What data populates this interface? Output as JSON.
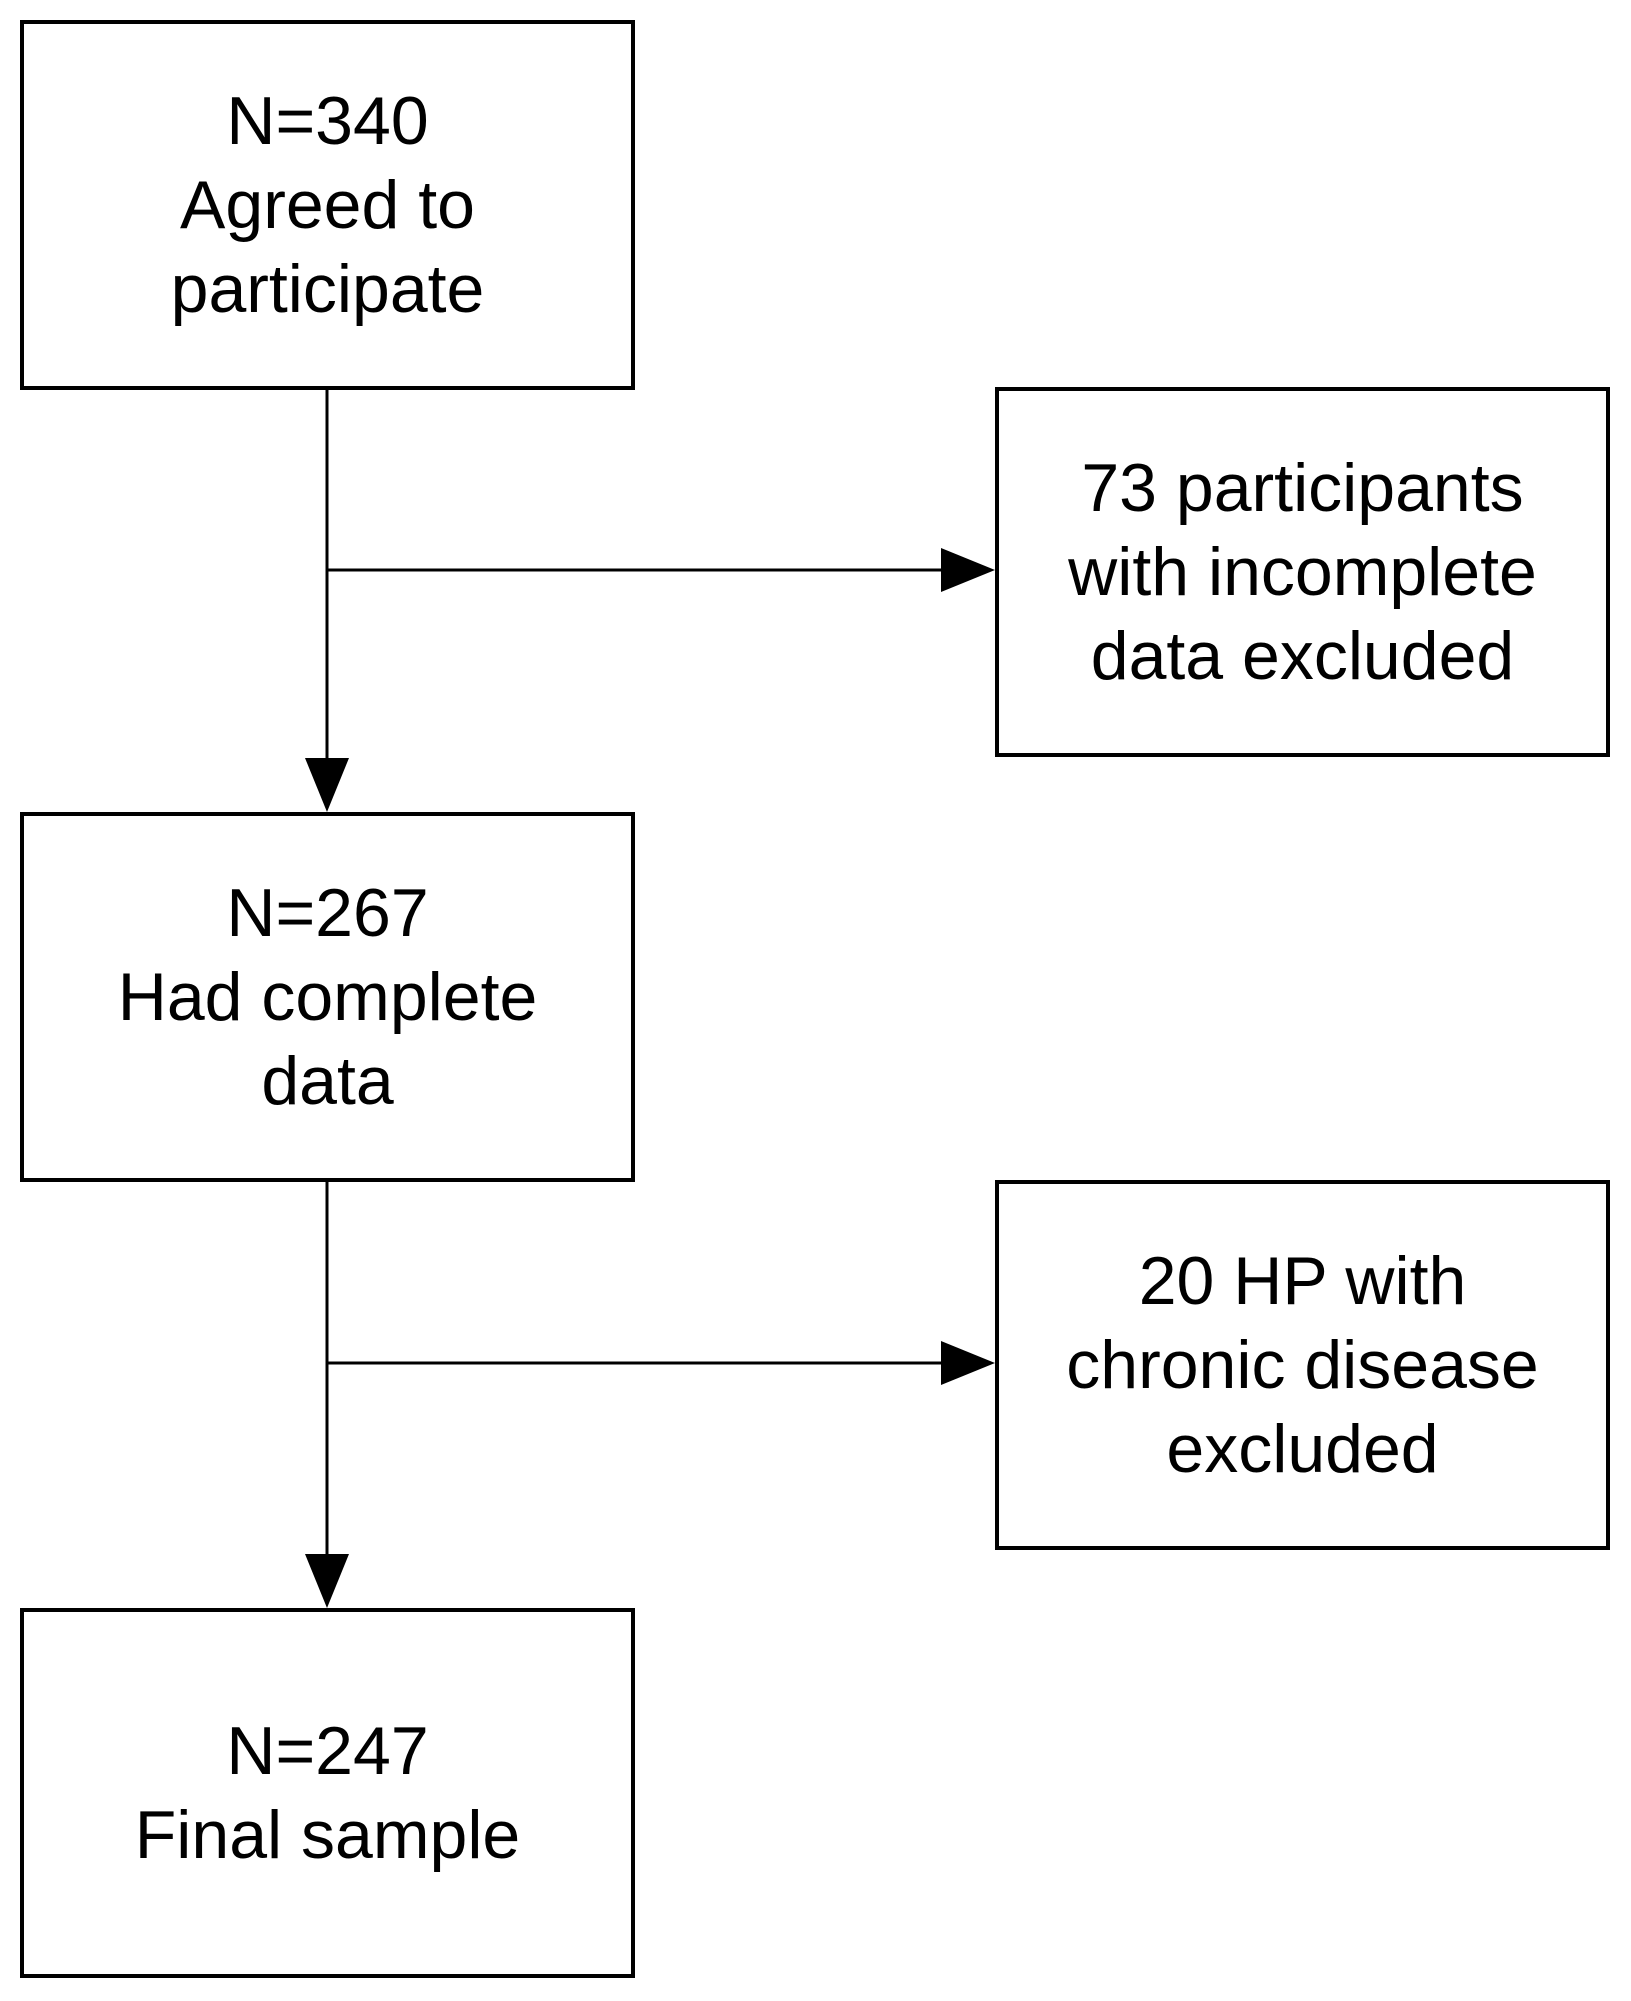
{
  "flowchart": {
    "boxes": [
      {
        "id": "agreed",
        "lines": [
          "N=340",
          "Agreed to",
          "participate"
        ]
      },
      {
        "id": "excluded_incomplete",
        "lines": [
          "73 participants",
          "with incomplete",
          "data excluded"
        ]
      },
      {
        "id": "complete",
        "lines": [
          "N=267",
          "Had complete",
          "data"
        ]
      },
      {
        "id": "excluded_chronic",
        "lines": [
          "20 HP with",
          "chronic disease",
          "excluded"
        ]
      },
      {
        "id": "final",
        "lines": [
          "N=247",
          "Final sample"
        ]
      }
    ],
    "edges": [
      {
        "from": "agreed",
        "to": "complete"
      },
      {
        "from": "agreed",
        "to": "excluded_incomplete"
      },
      {
        "from": "complete",
        "to": "final"
      },
      {
        "from": "complete",
        "to": "excluded_chronic"
      }
    ],
    "colors": {
      "stroke": "#000000",
      "background": "#ffffff"
    }
  }
}
